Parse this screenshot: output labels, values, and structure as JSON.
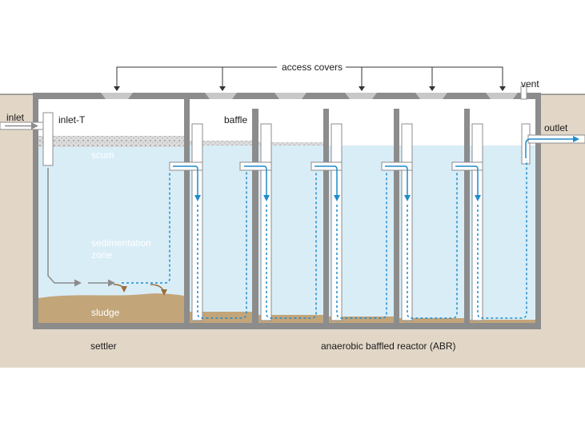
{
  "labels": {
    "access_covers": "access covers",
    "vent": "vent",
    "inlet": "inlet",
    "inlet_t": "inlet-T",
    "baffle": "baffle",
    "outlet": "outlet",
    "scum": "scum",
    "sedimentation_zone_line1": "sedimentation",
    "sedimentation_zone_line2": "zone",
    "sludge": "sludge",
    "settler": "settler",
    "abr": "anaerobic baffled reactor (ABR)"
  },
  "colors": {
    "ground": "#e2d7c7",
    "wall": "#8c8c8c",
    "water": "#d9edf7",
    "sludge": "#c3a57a",
    "scum": "#d4d4d4",
    "flow_blue": "#1f8ccc",
    "flow_grey": "#8c8c8c",
    "flow_brown": "#9a6d3d",
    "pipe": "#ffffff"
  }
}
